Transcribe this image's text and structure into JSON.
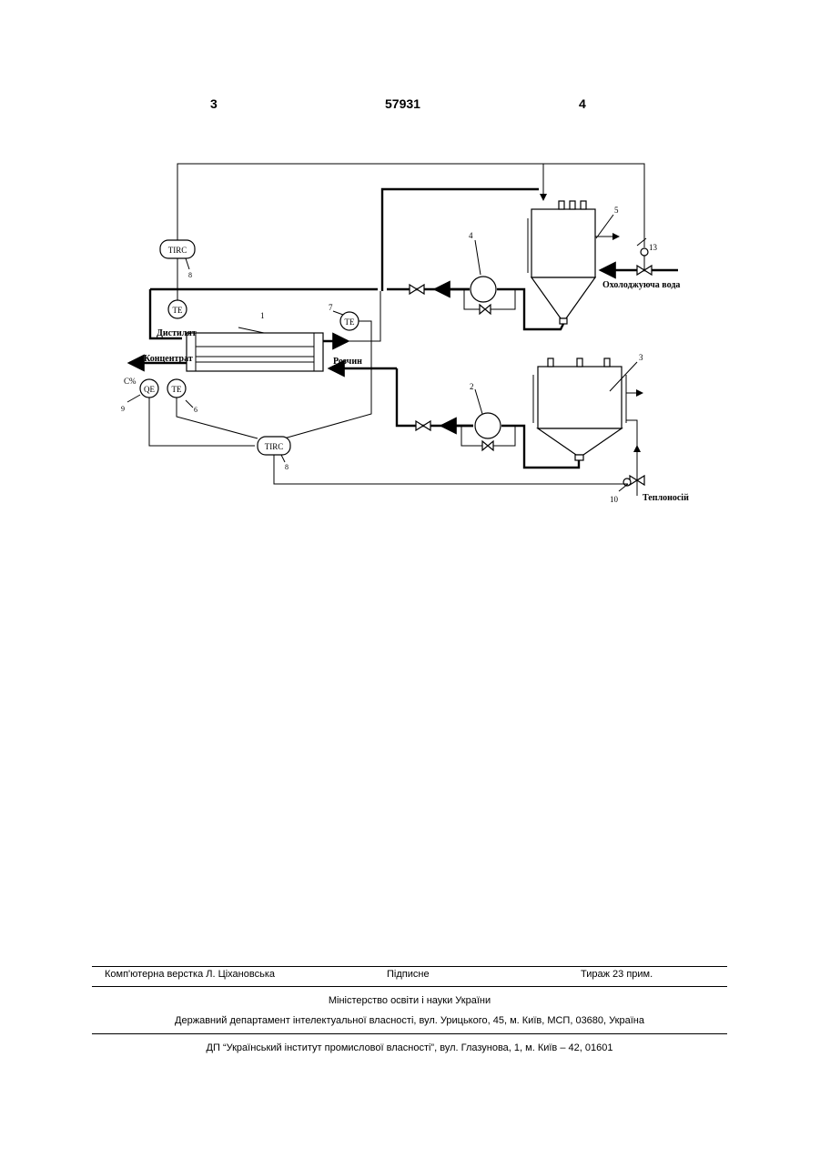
{
  "header": {
    "left_page": "3",
    "patent_number": "57931",
    "right_page": "4"
  },
  "diagram": {
    "instruments": {
      "tirc_top": "TIRC",
      "tirc_bottom": "TIRC",
      "te_left": "TE",
      "te_mid": "TE",
      "te_low": "TE",
      "qe": "QE"
    },
    "numbers": {
      "n1": "1",
      "n2": "2",
      "n3": "3",
      "n4": "4",
      "n5": "5",
      "n6": "6",
      "n7": "7",
      "n8a": "8",
      "n8b": "8",
      "n9": "9",
      "n10": "10",
      "n13": "13"
    },
    "labels": {
      "distillate": "Дистилят",
      "concentrate": "Концентрат",
      "solution": "Розчин",
      "c_percent": "C%",
      "cooling_water": "Охолоджуюча вода",
      "heat_carrier": "Теплоносій"
    }
  },
  "footer": {
    "layout_by": "Комп'ютерна верстка Л. Ціхановська",
    "signed": "Підписне",
    "circulation": "Тираж 23 прим.",
    "ministry": "Міністерство освіти і науки України",
    "department": "Державний департамент інтелектуальної власності, вул. Урицького, 45, м. Київ, МСП, 03680, Україна",
    "institute": "ДП “Український інститут промислової власності”, вул. Глазунова, 1, м. Київ – 42, 01601"
  }
}
